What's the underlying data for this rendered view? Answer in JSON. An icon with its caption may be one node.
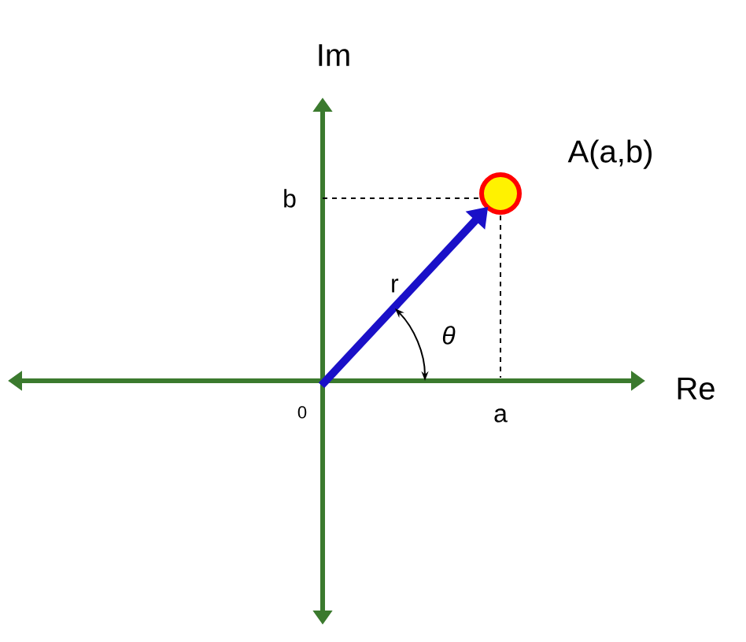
{
  "diagram": {
    "nodes": [
      {
        "text": [
          "0"
        ]
      },
      {
        "text": [],
        "shape": "circle",
        "beside": [
          "A(a,b)"
        ]
      }
    ],
    "edges": [
      {
        "from": 0,
        "to": 1,
        "arrow": "to",
        "label": "r"
      }
    ],
    "labels": [
      "Im",
      "b",
      "Re",
      "a",
      "θ"
    ]
  }
}
